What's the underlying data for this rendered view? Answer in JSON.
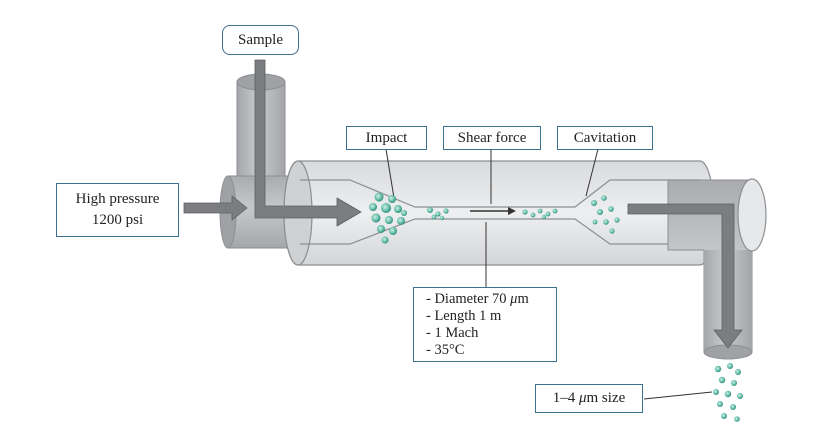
{
  "labels": {
    "sample": "Sample",
    "high_pressure_line1": "High pressure",
    "high_pressure_line2": "1200 psi",
    "impact": "Impact",
    "shear_force": "Shear force",
    "cavitation": "Cavitation",
    "specs": [
      {
        "prefix": "- Diameter 70 ",
        "unit_greek": "μ",
        "suffix": "m"
      },
      {
        "prefix": "- Length 1 m",
        "unit_greek": "",
        "suffix": ""
      },
      {
        "prefix": "- 1 Mach",
        "unit_greek": "",
        "suffix": ""
      },
      {
        "prefix": "- 35°C",
        "unit_greek": "",
        "suffix": ""
      }
    ],
    "output_size": {
      "prefix": "1–4 ",
      "unit_greek": "μ",
      "suffix": "m size"
    }
  },
  "colors": {
    "tube_fill": "#e4e5e7",
    "tube_stroke": "#8c8e91",
    "pipe_fill": "#b9bbbe",
    "arrow": "#7b7d80",
    "box_border": "#3d6f8f",
    "particle": "#5fb9a6",
    "particle_dark": "#2f8f7c"
  },
  "icons": {
    "inlet_arrow": "right-arrow",
    "sample_arrow": "bent-arrow-down-right",
    "outlet_arrow": "bent-arrow-right-down",
    "flow_arrow": "thin-right-arrow"
  }
}
